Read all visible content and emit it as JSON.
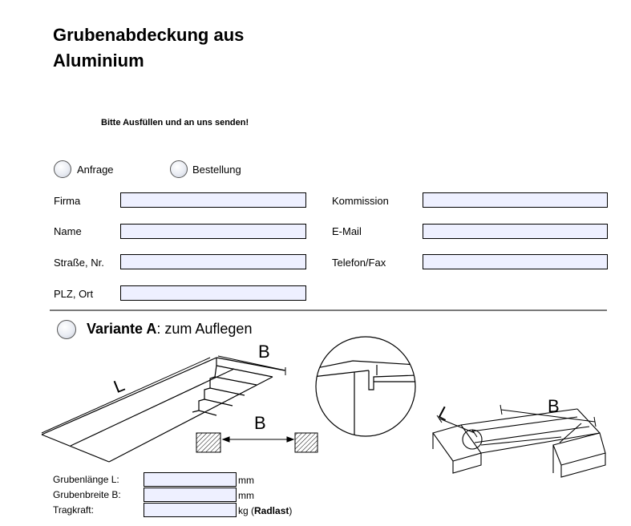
{
  "title_line1": "Grubenabdeckung aus",
  "title_line2": "Aluminium",
  "instruction": "Bitte Ausfüllen und an uns senden!",
  "request_type": {
    "anfrage": "Anfrage",
    "bestellung": "Bestellung"
  },
  "contact": {
    "firma": "Firma",
    "name": "Name",
    "strasse": "Straße, Nr.",
    "plz_ort": "PLZ, Ort",
    "kommission": "Kommission",
    "email": "E-Mail",
    "telefon": "Telefon/Fax"
  },
  "variant_a": {
    "title_bold": "Variante A",
    "title_rest": ": zum Auflegen"
  },
  "diagram_labels": {
    "L": "L",
    "B": "B"
  },
  "dimensions": {
    "length_label": "Grubenlänge L:",
    "length_unit": "mm",
    "width_label": "Grubenbreite B:",
    "width_unit": "mm",
    "load_label": "Tragkraft:",
    "load_unit": "kg (",
    "load_unit_bold": "Radlast",
    "load_unit_close": ")"
  }
}
